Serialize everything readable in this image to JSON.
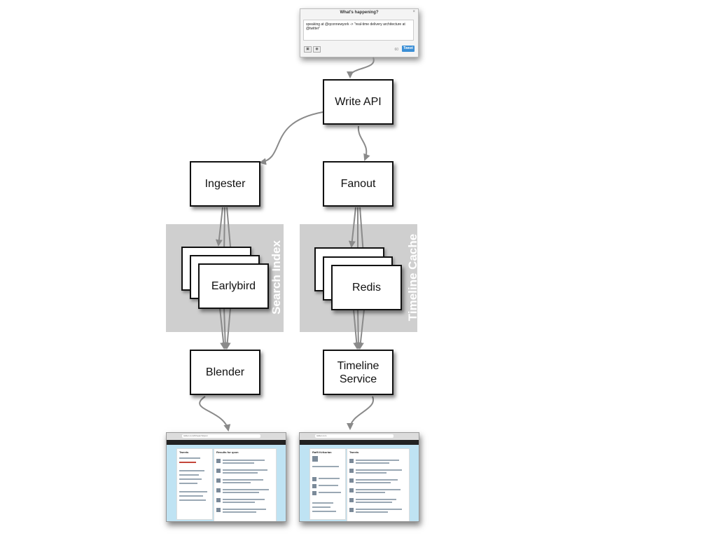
{
  "compose": {
    "title": "What's happening?",
    "close": "×",
    "text": "speaking at @qconnewyork -> \"real-time delivery architecture at @twitter\"",
    "camera_icon": "camera-icon",
    "location_icon": "location-pin-icon",
    "count": "60",
    "tweet_button": "Tweet"
  },
  "nodes": {
    "write_api": "Write API",
    "ingester": "Ingester",
    "fanout": "Fanout",
    "earlybird": "Earlybird",
    "redis": "Redis",
    "blender": "Blender",
    "timeline_service_line1": "Timeline",
    "timeline_service_line2": "Service"
  },
  "groups": {
    "search_index": "Search Index",
    "timeline_cache": "Timeline Cache"
  },
  "screenshots": {
    "search": {
      "url": "twitter.com/#!/search/qcon",
      "heading": "Results for qcon",
      "side_heading": "Tweets"
    },
    "timeline": {
      "url": "twitter.com",
      "heading": "Tweets",
      "side_heading": "Raffi Krikorian"
    }
  },
  "colors": {
    "wire": "#8a8a8a",
    "panel": "#cfcfcf",
    "tweet_button": "#3b8fd6"
  }
}
